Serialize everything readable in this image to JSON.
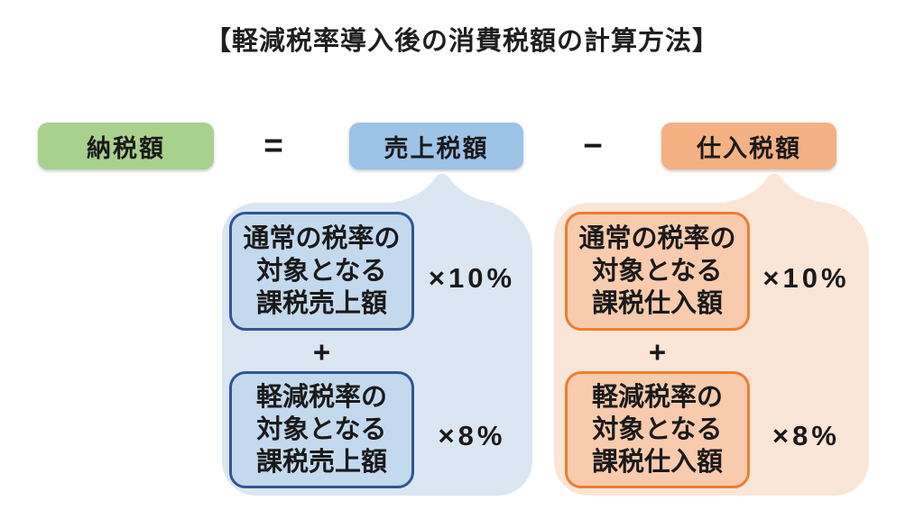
{
  "title": "【軽減税率導入後の消費税額の計算方法】",
  "equation": {
    "tax_due_label": "納税額",
    "equals": "=",
    "sales_tax_label": "売上税額",
    "minus": "−",
    "purchase_tax_label": "仕入税額"
  },
  "sales_breakdown": {
    "standard": {
      "label": "通常の税率の\n対象となる\n課税売上額",
      "rate": "×10%"
    },
    "plus": "+",
    "reduced": {
      "label": "軽減税率の\n対象となる\n課税売上額",
      "rate": "×8%"
    }
  },
  "purchase_breakdown": {
    "standard": {
      "label": "通常の税率の\n対象となる\n課税仕入額",
      "rate": "×10%"
    },
    "plus": "+",
    "reduced": {
      "label": "軽減税率の\n対象となる\n課税仕入額",
      "rate": "×8%"
    }
  },
  "colors": {
    "green_fill": "#a9d18e",
    "blue_fill": "#9dc3e6",
    "orange_fill": "#f4b183",
    "panel_blue": "#dbe6f3",
    "panel_orange": "#fbe5d6",
    "inner_blue": "#c3d9ee",
    "inner_orange": "#f8cbad",
    "navy_border": "#2f5597",
    "orange_border": "#ed7d31"
  }
}
